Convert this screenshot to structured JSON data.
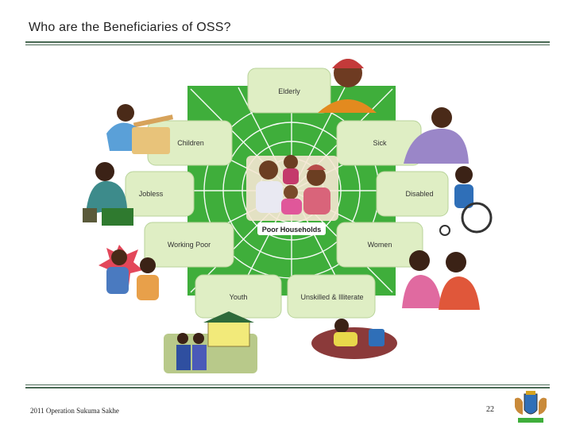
{
  "slide": {
    "title": "Who are the Beneficiaries of OSS?",
    "footer": "2011 Operation Sukuma Sakhe",
    "page_number": "22"
  },
  "diagram": {
    "center_label": "Poor Households",
    "groups": {
      "elderly": "Elderly",
      "children": "Children",
      "sick": "Sick",
      "jobless": "Jobless",
      "disabled": "Disabled",
      "working_poor": "Working Poor",
      "women": "Women",
      "youth": "Youth",
      "unskilled": "Unskilled & Illiterate"
    }
  },
  "colors": {
    "web_green": "#3fae3b",
    "pill_fill": "#dfeec4",
    "rule": "#4a6a55"
  }
}
